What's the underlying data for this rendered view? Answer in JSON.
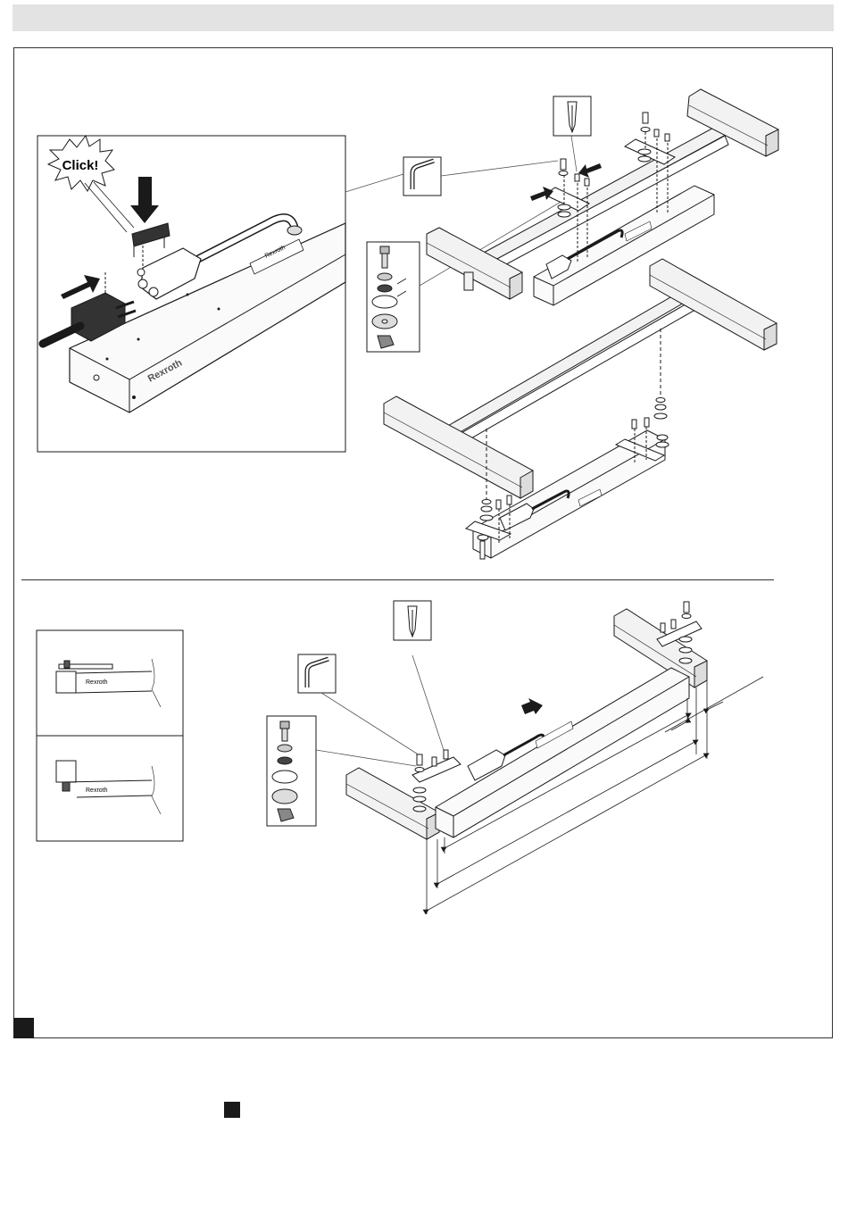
{
  "detail_image": {
    "callout_text": "Click!",
    "brand_label": "Rexroth"
  },
  "side_views": {
    "top_label": "Rexroth",
    "bottom_label": "Rexroth"
  },
  "icons": {
    "tool_1": "hex-key-icon",
    "tool_2": "screwdriver-icon",
    "tool_3": "hex-key-icon",
    "tool_4": "screwdriver-icon",
    "hardware_1": "fastener-set-icon",
    "hardware_2": "fastener-set-icon"
  },
  "colors": {
    "header_bar": "#e3e3e3",
    "line": "#1a1a1a",
    "rail_fill": "#f2f2f2"
  }
}
